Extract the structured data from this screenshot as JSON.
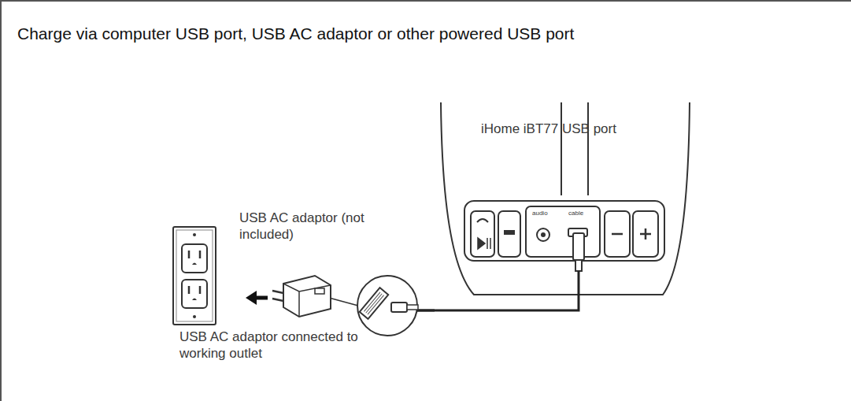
{
  "diagram": {
    "title": "Charge via computer USB port, USB AC adaptor or other powered USB port",
    "labels": [
      "iHome iBT77 USB port",
      "USB AC adaptor (not included)",
      "USB AC adaptor connected to working outlet",
      "audio",
      "cable"
    ]
  }
}
